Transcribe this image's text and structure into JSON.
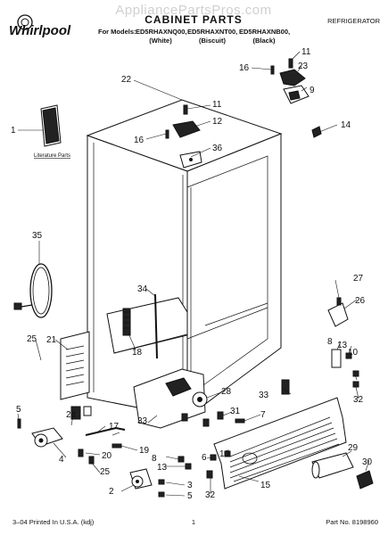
{
  "watermark": "AppliancePartsPros.com",
  "brand": {
    "name": "Whirlpool"
  },
  "header": {
    "title": "CABINET PARTS",
    "category": "REFRIGERATOR",
    "models_label": "For Models:",
    "models": [
      "ED5RHAXNQ00,",
      "ED5RHAXNT00,",
      "ED5RHAXNB00,"
    ],
    "colors": [
      "(White)",
      "(Biscuit)",
      "(Black)"
    ]
  },
  "literature_label": "Literature Parts",
  "callouts": [
    "1",
    "2",
    "3",
    "4",
    "5",
    "6",
    "7",
    "8",
    "9",
    "10",
    "11",
    "12",
    "13",
    "14",
    "15",
    "16",
    "17",
    "18",
    "19",
    "20",
    "21",
    "22",
    "23",
    "24",
    "25",
    "26",
    "27",
    "28",
    "29",
    "30",
    "31",
    "32",
    "33",
    "34",
    "35",
    "36"
  ],
  "footer": {
    "printed": "3–04 Printed In U.S.A. (kdj)",
    "page": "1",
    "part_no": "Part No. 8198960"
  }
}
